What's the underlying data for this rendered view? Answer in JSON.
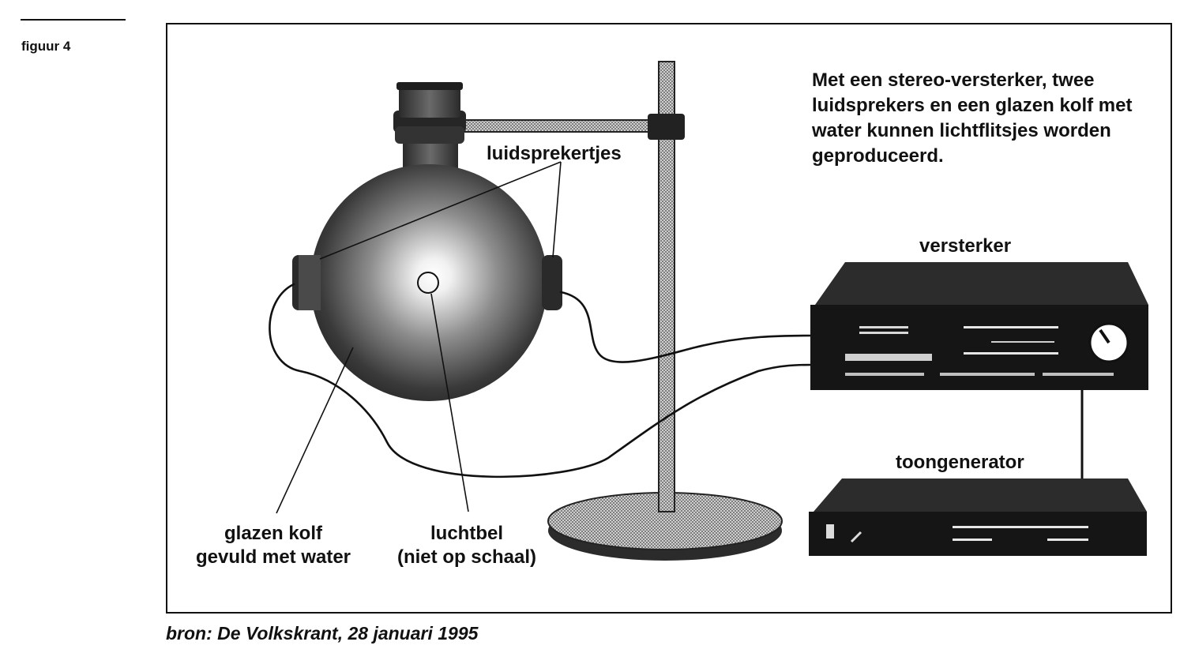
{
  "figure": {
    "label": "figuur 4",
    "caption": "Met een stereo-versterker, twee luidsprekers en een glazen kolf met water kunnen lichtflitsjes worden geproduceerd.",
    "source": "bron: De Volkskrant, 28 januari 1995"
  },
  "labels": {
    "speakers": "luidsprekertjes",
    "amplifier": "versterker",
    "tone_generator": "toongenerator",
    "flask_line1": "glazen kolf",
    "flask_line2": "gevuld met water",
    "bubble_line1": "luchtbel",
    "bubble_line2": "(niet op schaal)"
  }
}
